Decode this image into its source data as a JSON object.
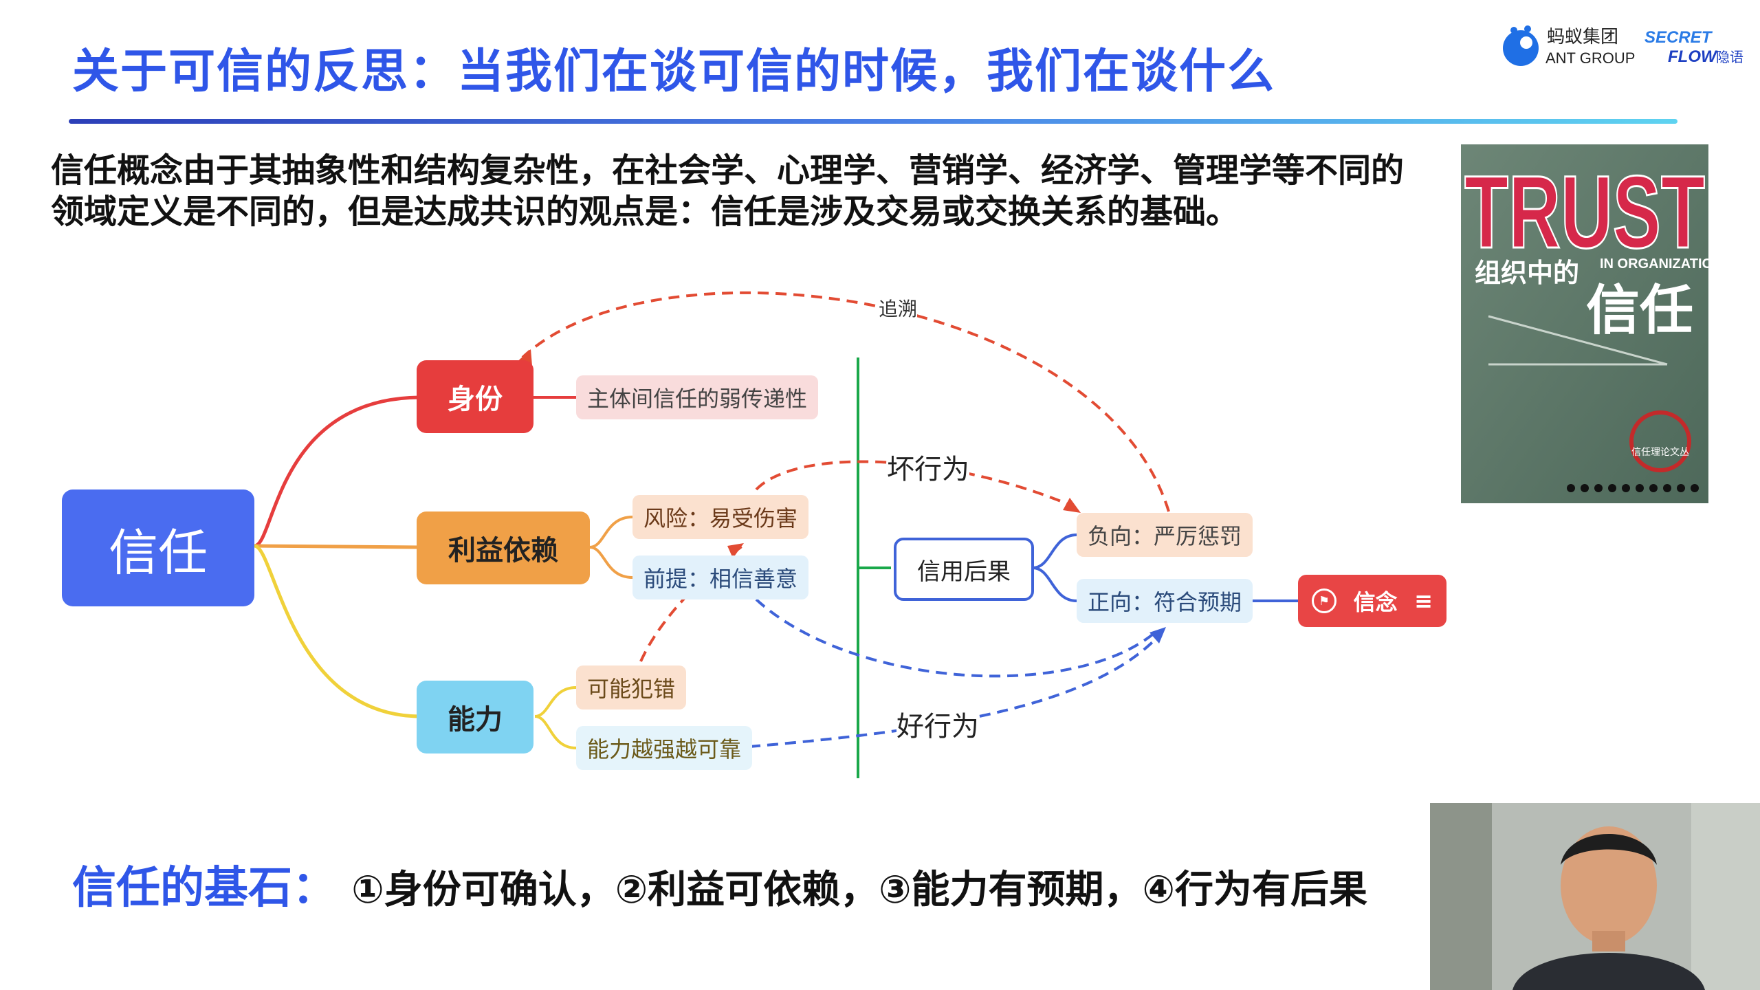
{
  "slide": {
    "title": "关于可信的反思：当我们在谈可信的时候，我们在谈什么",
    "intro": "信任概念由于其抽象性和结构复杂性，在社会学、心理学、营销学、经济学、管理学等不同的领域定义是不同的，但是达成共识的观点是：信任是涉及交易或交换关系的基础。",
    "footer_label": "信任的基石：",
    "footer_text": "①身份可确认，②利益可依赖，③能力有预期，④行为有后果"
  },
  "logo": {
    "ant_cn": "蚂蚁集团",
    "ant_en": "ANT GROUP",
    "secret": "SECRET",
    "flow": "FLOW",
    "yinyu": "隐语"
  },
  "book": {
    "title_en": "TRUST",
    "sub_en": "IN ORGANIZATIONS",
    "title_cn_1": "组织中的",
    "title_cn_2": "信任",
    "series": "信任理论文丛"
  },
  "diagram": {
    "root": "信任",
    "branches": {
      "identity": "身份",
      "interest": "利益依赖",
      "ability": "能力"
    },
    "leaves": {
      "identity_leaf": "主体间信任的弱传递性",
      "risk": "风险：易受伤害",
      "premise": "前提：相信善意",
      "may_err": "可能犯错",
      "stronger": "能力越强越可靠"
    },
    "credit": "信用后果",
    "negative": "负向：严厉惩罚",
    "positive": "正向：符合预期",
    "belief": "信念",
    "edge_labels": {
      "trace": "追溯",
      "bad": "坏行为",
      "good": "好行为"
    },
    "colors": {
      "root": "#4a6cf0",
      "identity": "#e63d3d",
      "interest": "#f0a047",
      "ability": "#7fd3f2",
      "belief": "#e84545",
      "green_axis": "#1aa84a",
      "red_dash": "#e24b33",
      "blue_dash": "#3f63d8"
    }
  }
}
